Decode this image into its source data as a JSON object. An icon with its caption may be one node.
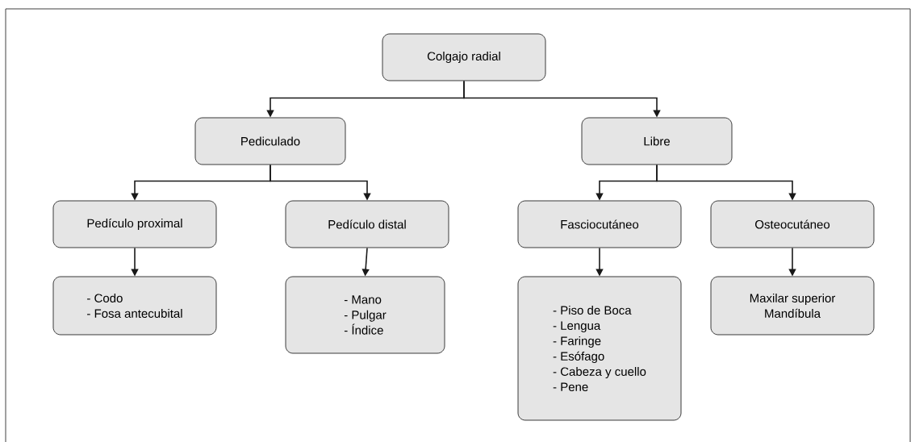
{
  "diagram": {
    "nodes": [
      {
        "text": [
          "Colgajo radial"
        ]
      },
      {
        "text": [
          "Pediculado"
        ]
      },
      {
        "text": [
          "Libre"
        ]
      },
      {
        "text": [
          "Pedículo proximal"
        ]
      },
      {
        "text": [
          "Pedículo distal"
        ]
      },
      {
        "text": [
          "Fasciocutáneo"
        ]
      },
      {
        "text": [
          "Osteocutáneo"
        ]
      },
      {
        "text": [
          "- Codo",
          "- Fosa antecubital"
        ]
      },
      {
        "text": [
          "- Mano",
          "- Pulgar",
          "- Índice"
        ]
      },
      {
        "text": [
          "- Piso de Boca",
          "- Lengua",
          "- Faringe",
          "- Esófago",
          "- Cabeza y cuello",
          "- Pene"
        ]
      },
      {
        "text": [
          "Maxilar superior",
          "Mandíbula"
        ]
      }
    ],
    "edges": [
      {
        "from": 0,
        "to": 1,
        "arrow": "to"
      },
      {
        "from": 0,
        "to": 2,
        "arrow": "to"
      },
      {
        "from": 1,
        "to": 3,
        "arrow": "to"
      },
      {
        "from": 1,
        "to": 4,
        "arrow": "to"
      },
      {
        "from": 2,
        "to": 5,
        "arrow": "to"
      },
      {
        "from": 2,
        "to": 6,
        "arrow": "to"
      },
      {
        "from": 3,
        "to": 7,
        "arrow": "to"
      },
      {
        "from": 4,
        "to": 8,
        "arrow": "to"
      },
      {
        "from": 5,
        "to": 9,
        "arrow": "to"
      },
      {
        "from": 6,
        "to": 10,
        "arrow": "to"
      }
    ]
  }
}
